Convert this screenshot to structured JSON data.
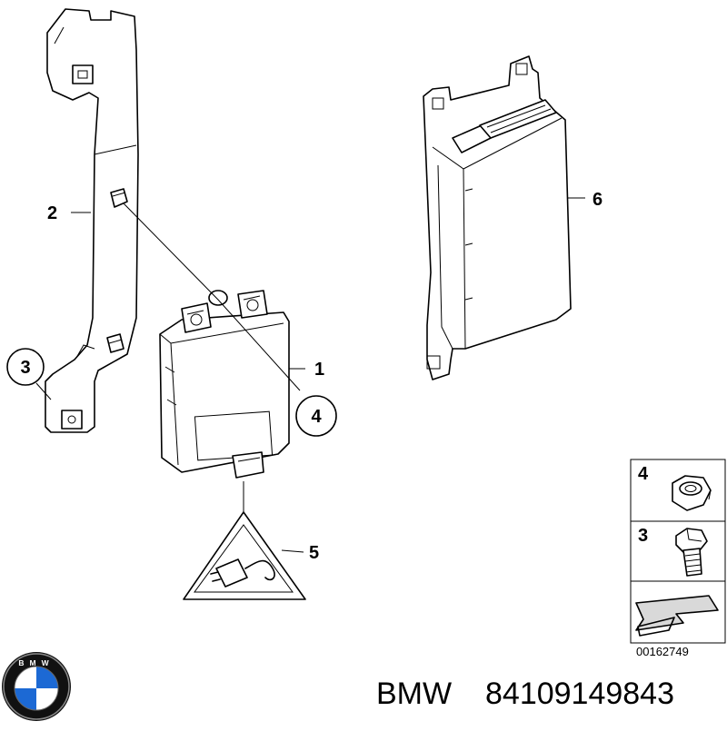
{
  "callouts": {
    "c1": "1",
    "c2": "2",
    "c3": "3",
    "c4": "4",
    "c5": "5",
    "c6": "6"
  },
  "legend": {
    "item4": "4",
    "item3": "3"
  },
  "diagram_id": "00162749",
  "footer": {
    "brand": "BMW",
    "part_number": "84109149843",
    "logo_letters": "BMW"
  },
  "icons": {
    "logo": "bmw-roundel-icon",
    "warning": "electrical-plug-warning-icon",
    "nut": "hex-nut-icon",
    "bolt": "hex-bolt-icon",
    "arrow": "directional-arrow-icon"
  },
  "colors": {
    "line": "#000000",
    "logo_blue": "#1c69d4",
    "background": "#ffffff"
  }
}
